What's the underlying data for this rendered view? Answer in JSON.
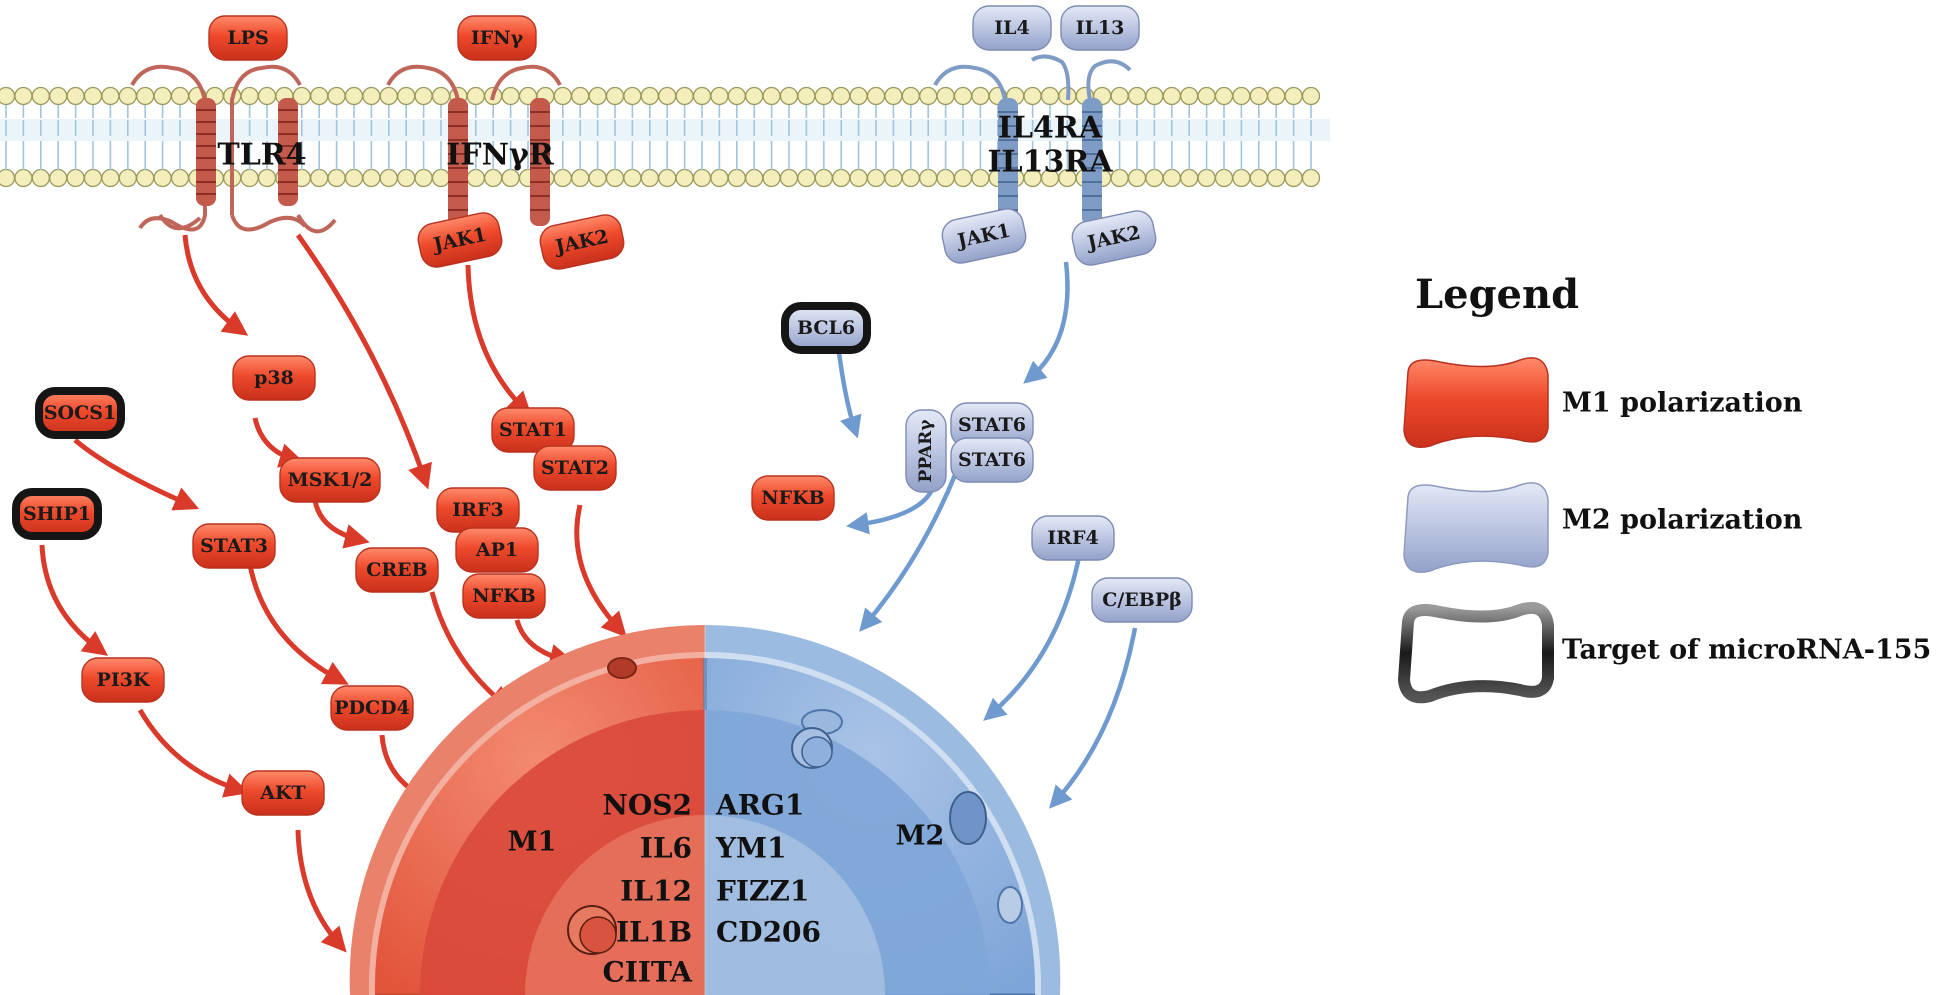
{
  "ligands": {
    "lps": "LPS",
    "ifng": "IFNγ",
    "il4": "IL4",
    "il13": "IL13"
  },
  "receptors": {
    "tlr4": "TLR4",
    "ifngr": "IFNγR",
    "il4ra": "IL4RA",
    "il13ra": "IL13RA"
  },
  "kinases": {
    "jak1_left": "JAK1",
    "jak2_left": "JAK2",
    "jak1_right": "JAK1",
    "jak2_right": "JAK2"
  },
  "m1_nodes": {
    "p38": "p38",
    "msk12": "MSK1/2",
    "creb": "CREB",
    "stat1": "STAT1",
    "stat2": "STAT2",
    "irf3": "IRF3",
    "ap1": "AP1",
    "nfkb_left": "NFKB",
    "socs1": "SOCS1",
    "ship1": "SHIP1",
    "stat3": "STAT3",
    "pi3k": "PI3K",
    "akt": "AKT",
    "pdcd4": "PDCD4",
    "nfkb_mid": "NFKB"
  },
  "m2_nodes": {
    "bcl6": "BCL6",
    "stat6_top": "STAT6",
    "stat6_bottom": "STAT6",
    "pparg": "PPARγ",
    "irf4": "IRF4",
    "cebpb": "C/EBPβ"
  },
  "nucleus": {
    "m1_label": "M1",
    "m2_label": "M2",
    "m1_genes": [
      "NOS2",
      "IL6",
      "IL12",
      "IL1B",
      "CIITA"
    ],
    "m2_genes": [
      "ARG1",
      "YM1",
      "FIZZ1",
      "CD206"
    ]
  },
  "legend": {
    "title": "Legend",
    "items": [
      {
        "label": "M1 polarization"
      },
      {
        "label": "M2 polarization"
      },
      {
        "label": "Target of microRNA-155"
      }
    ]
  },
  "colors": {
    "m1": "#e8452a",
    "m2": "#b9c3e0",
    "m1_arrow": "#d93a2a",
    "m2_arrow": "#6f9ad0",
    "membrane_head": "#f4eebc"
  }
}
